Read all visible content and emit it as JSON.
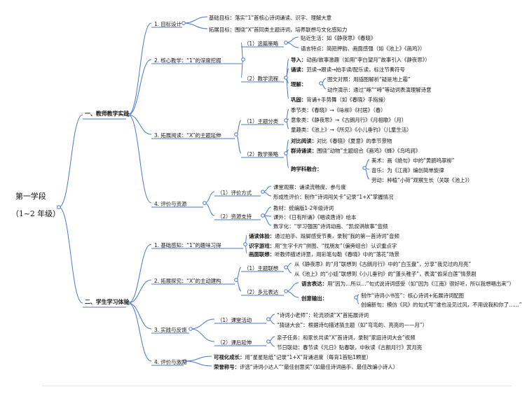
{
  "colors": {
    "line": "#4a78c8",
    "node": "#4a78c8",
    "text": "#1a1a1a"
  },
  "root": {
    "line1": "第一学段",
    "line2": "（1~2 年级）"
  },
  "section1": {
    "title": "一、教师教学实践",
    "goal": {
      "title": "1. 目标设计",
      "basic": "基础目标：落实“1”首核心诗词诵读、识字、理解大意",
      "extend": "拓展目标：围绕“X”首同类主题诗词，培养联想与文化感知力"
    },
    "core": {
      "title": "2. 核心教学：“1”的深度挖掘",
      "select": {
        "title": "（1）选篇策略",
        "items": [
          "贴近生活：如《静夜思》《春晓》",
          "语言特点：简短押韵、画面感强（如《池上》《画鸡》）"
        ]
      },
      "process": {
        "title": "（2）教学流程",
        "intro": {
          "key": "导入：",
          "text": "动画/故事激趣（如用“李白望月”故事引入《静夜思》）"
        },
        "read": {
          "key": "诵读：",
          "text": "范读→跟读→拍手读/配乐读，标注节奏符号"
        },
        "understand": {
          "key": "理解：",
          "items": [
            "图文对照：用插图解析“疑是地上霜”",
            "动作演示：通过“啄”“啼”等动词表演理解诗意"
          ]
        },
        "consolidate": {
          "key": "巩固：",
          "text": "背诵+手势舞（如《春晓》手指操）"
        }
      }
    },
    "expand": {
      "title": "3. 拓展阅读：“X”的主题延伸",
      "classify": {
        "title": "（1）主题分类",
        "items": [
          "季节类：《春晓》→《咏柳》《村居》（春）",
          "意象类：《静夜思》→《古朗月行》《月相歌》（月）",
          "童趣类：《池上》→《所见》《小儿垂钓》（儿童生活）"
        ]
      },
      "strategy": {
        "title": "（2）教学策略",
        "compare": {
          "key": "对比阅读：",
          "text": "对比《春晓》《夏意》的季节景物"
        },
        "group": {
          "key": "群诗诵读：",
          "text": "围绕“动物”主题组合《画鸡》《蜂》《鸟鸣涧》"
        },
        "cross": {
          "key": "跨学科融合：",
          "items": [
            "美术：画《绝句》中的“黄鹂鸣翠柳”",
            "音乐：为《江南》编创简单旋律",
            "劳动：种植“小荷”观察生长（关联《池上》）"
          ]
        }
      }
    },
    "evaluate": {
      "title": "4. 评价与资源",
      "method": {
        "title": "（1）评价方式",
        "items": [
          "课堂观察：诵读流畅度、参与度",
          "形成性评价：制作“诗词闯关卡”记录“1+X”掌握情况"
        ]
      },
      "resource": {
        "title": "（2）资源支持",
        "items": [
          "教材：统编版1-2年级诗词",
          "课外：《日有所诵》《唱读唐诗》绘本",
          "数字化：“学习强国”诗词动画、“凯叔讲故事”音频"
        ]
      }
    }
  },
  "section2": {
    "title": "二、学生学习体验",
    "basic": {
      "title": "1. 基础感知：“1”的趣味习得",
      "recite": {
        "key": "诵读体验：",
        "text": "通过拍手、跺脚感受节奏，录制“我的第一首诗词”音频"
      },
      "literacy": {
        "key": "识字游戏：",
        "text": "用“生字卡片”拼图、“找朋友”（偏旁组合）认识重点字"
      },
      "picture": {
        "key": "画面联想：",
        "text": "听教师描述诗意，用彩笔勾勒《春晓》中的“落花”场景"
      }
    },
    "explore": {
      "title": "2. 拓展探究：“X”的主动建构",
      "theme": {
        "title": "（1）主题联想",
        "items": [
          "从《静夜思》的“月”联想到《古朗月行》中的“白玉盘”，分享“我见过的月亮”",
          "从《池上》的“小娃”联想到《小儿垂钓》的“蓬头稚子”，表演“偷采白莲”情景剧"
        ]
      },
      "multi": {
        "title": "（2）多元表达",
        "language": {
          "key": "语言表达：",
          "text": "用“因为…所以…”句式说诗词感受（如“因为《江南》很好听，所以我想唱出来”）"
        },
        "creative": {
          "key": "创意输出：",
          "items": [
            "制作“诗词小书签”：核心诗词+拓展诗词配图",
            "创编新句：模仿《风》的句式写“谁也没见过风，不用说我和你了……”"
          ]
        }
      }
    },
    "practice": {
      "title": "3. 实践与反馈",
      "classroom": {
        "title": "（1）课堂活动",
        "items": [
          "“诗词小老师”：轮流领读“X”首拓展诗词",
          "“猜谜大会”：根据诗句描述猜主题（如“弯弯的、亮亮的——月”）"
        ]
      },
      "after": {
        "title": "（2）课后延伸",
        "items": [
          "亲子任务：和家长共读“X”首诗词，录制“家庭诗词大会”视频",
          "节日联动：春节读《元日》贴春联，中秋读《古朗月行》赏月亮"
        ]
      }
    },
    "evaluate": {
      "title": "4. 评价与激励",
      "visual": {
        "key": "可视化成长：",
        "text": "用“星星贴纸”记录“1+X”背诵进度（每背1首贴1颗星）"
      },
      "honor": {
        "key": "荣誉称号：",
        "text": "评选“诗词小达人”“最佳创意奖”（如最佳诗词画手、最佳改编小诗人）"
      }
    }
  }
}
